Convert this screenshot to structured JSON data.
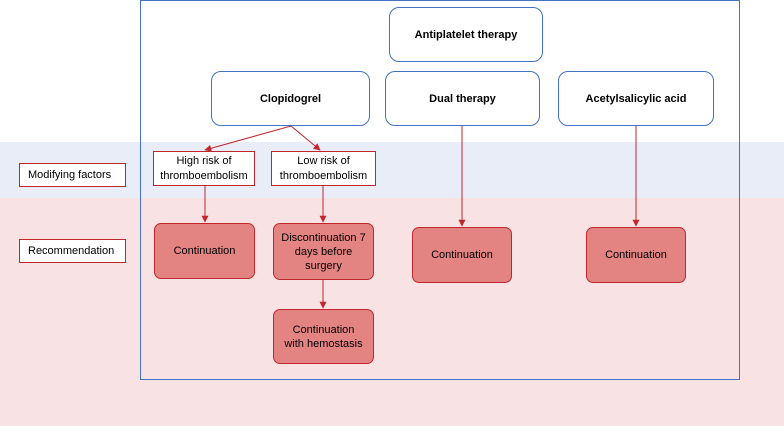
{
  "rows": {
    "modifying_factors": "Modifying factors",
    "recommendation": "Recommendation"
  },
  "root": "Antiplatelet therapy",
  "therapies": {
    "clopidogrel": "Clopidogrel",
    "dual": "Dual therapy",
    "asa": "Acetylsalicylic acid"
  },
  "factors": {
    "high_risk": "High risk of thromboembolism",
    "low_risk": "Low risk of thromboembolism"
  },
  "recommendations": {
    "clopidogrel_high": "Continuation",
    "clopidogrel_low": "Discontinuation 7 days before surgery",
    "clopidogrel_low_next": "Continuation with hemostasis",
    "dual": "Continuation",
    "asa": "Continuation"
  },
  "colors": {
    "blue_border": "#4472c4",
    "red_border": "#c0272d",
    "rec_fill": "#e38482",
    "band_blue": "#e9edf7",
    "band_pink": "#f9e2e4"
  }
}
